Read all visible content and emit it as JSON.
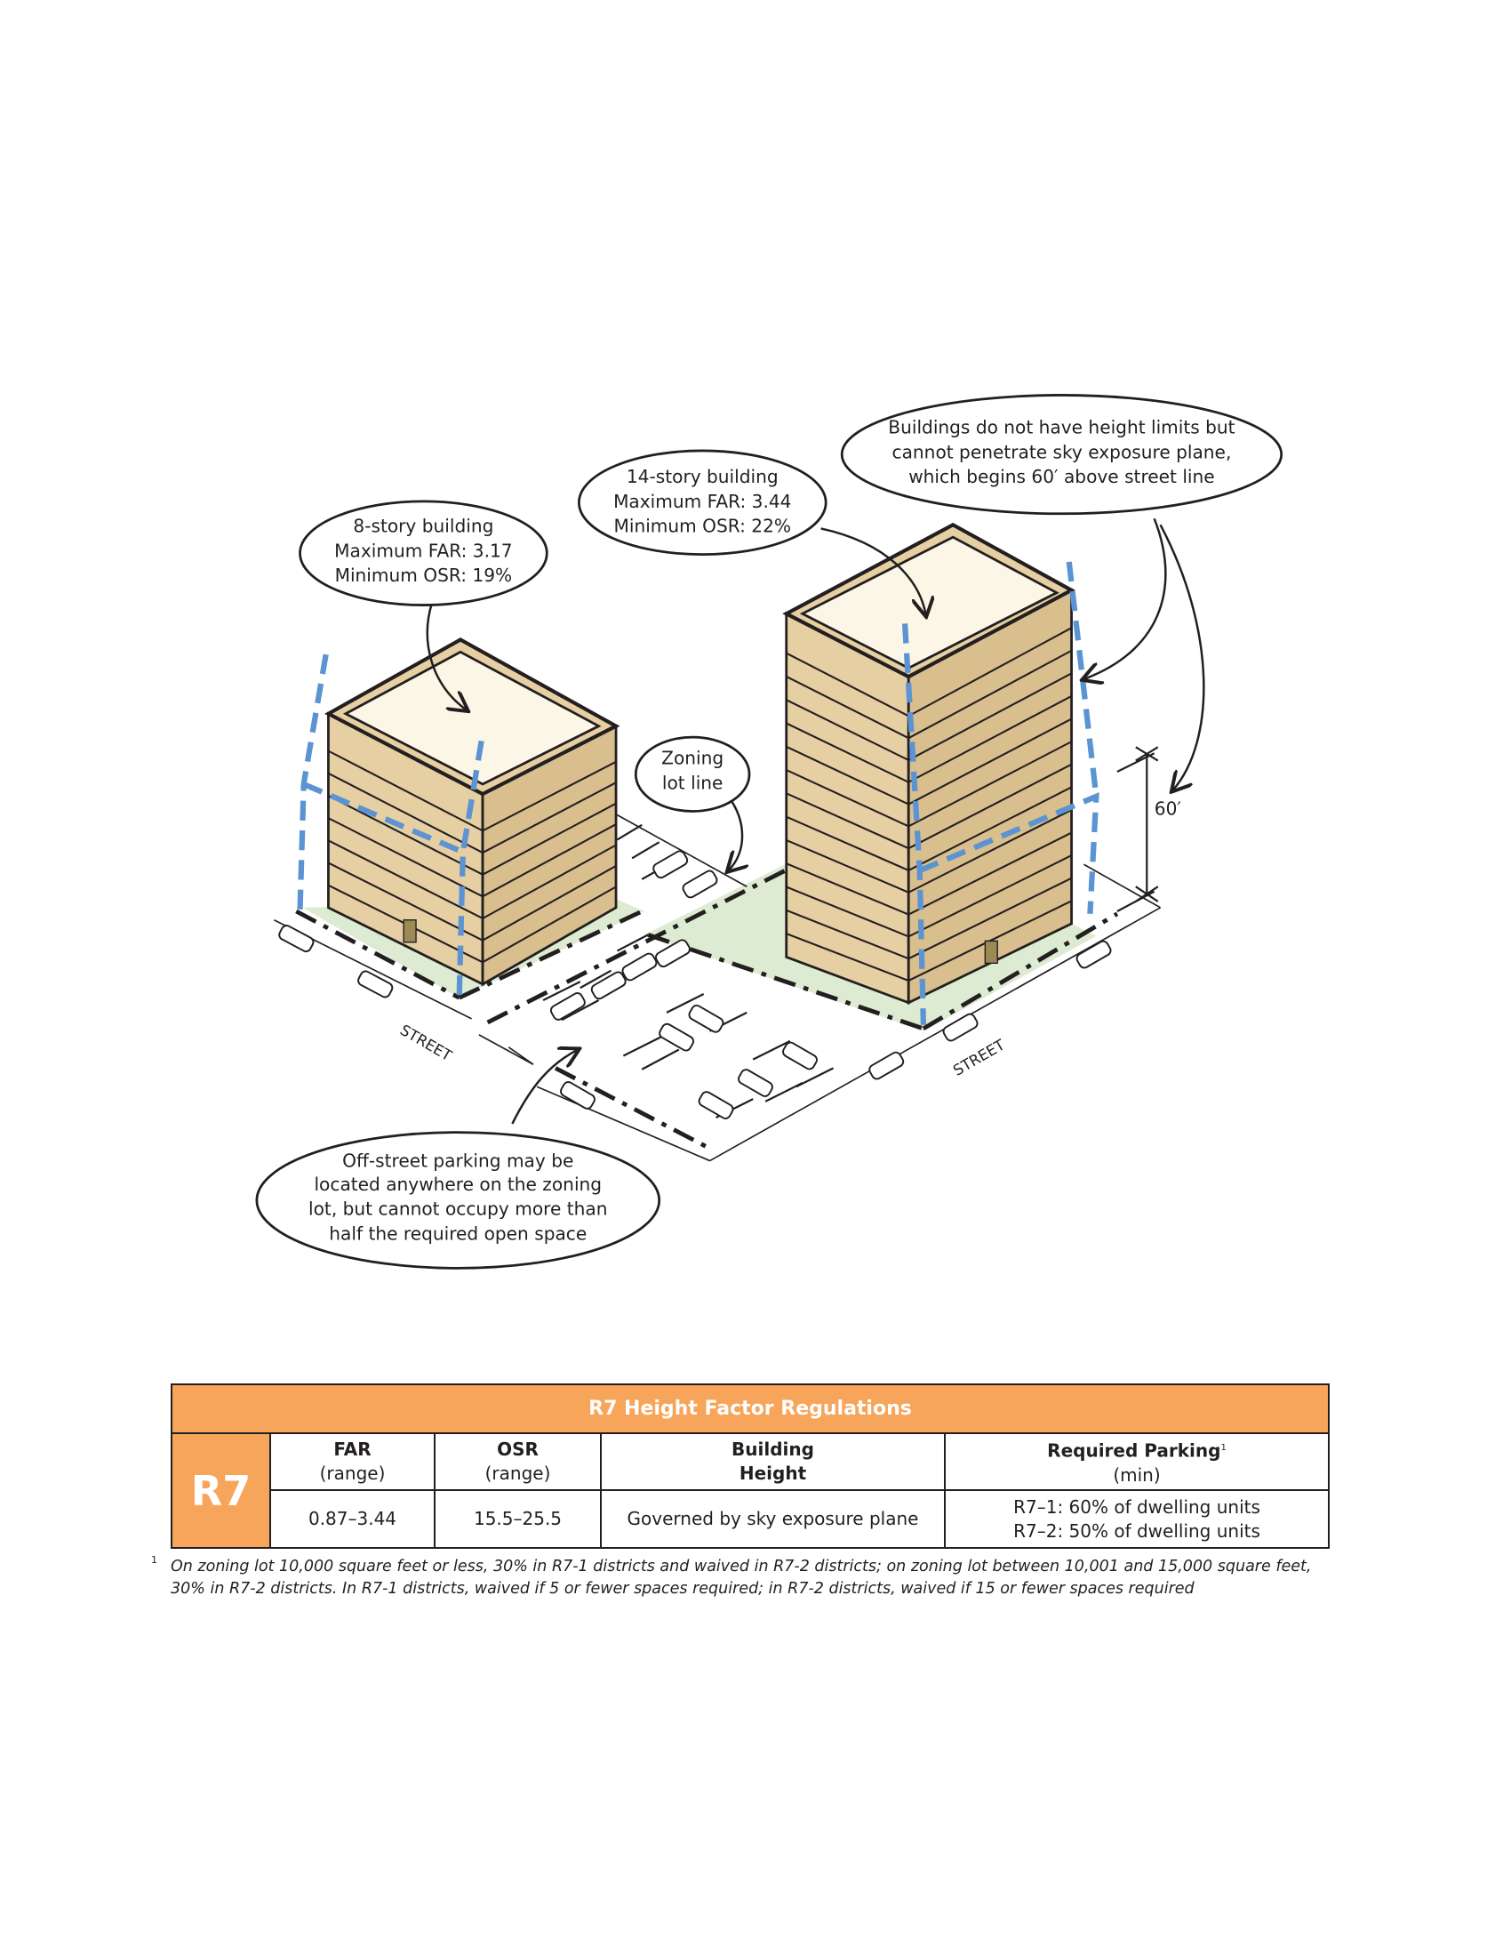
{
  "illustration": {
    "callouts": {
      "building_8": [
        "8-story building",
        "Maximum FAR: 3.17",
        "Minimum OSR: 19%"
      ],
      "building_14": [
        "14-story building",
        "Maximum FAR: 3.44",
        "Minimum OSR: 22%"
      ],
      "sky_plane": [
        "Buildings do not have height limits but",
        "cannot penetrate sky exposure plane,",
        "which begins 60′ above street line"
      ],
      "lot_line": [
        "Zoning",
        "lot line"
      ],
      "parking": [
        "Off-street parking may be",
        "located anywhere on the zoning",
        "lot, but cannot occupy more than",
        "half the required open space"
      ]
    },
    "dimension_label": "60′",
    "street_labels": [
      "STREET",
      "STREET"
    ],
    "colors": {
      "building": "#E6CFA3",
      "roof": "#FBF6E6",
      "open_space": "#DCEBD2",
      "sky_plane": "#5B93D3",
      "line": "#231f20"
    }
  },
  "table": {
    "title": "R7 Height Factor Regulations",
    "zone": "R7",
    "columns": [
      {
        "title": "FAR",
        "sub": "(range)"
      },
      {
        "title": "OSR",
        "sub": "(range)"
      },
      {
        "title": "Building",
        "sub": "Height"
      },
      {
        "title": "Required Parking",
        "note": "1",
        "sub": "(min)"
      }
    ],
    "values": {
      "far": "0.87–3.44",
      "osr": "15.5–25.5",
      "height": "Governed by sky exposure plane",
      "parking": [
        "R7–1: 60% of dwelling units",
        "R7–2: 50% of dwelling units"
      ]
    },
    "accent_color": "#F7A55B"
  },
  "footnote": {
    "mark": "1",
    "text": "On zoning lot 10,000 square feet or less, 30% in R7-1 districts and waived in R7-2 districts; on zoning lot between 10,001 and 15,000 square feet, 30% in R7-2 districts. In R7-1 districts, waived if 5 or fewer spaces required; in R7-2 districts, waived if 15 or fewer spaces required"
  }
}
